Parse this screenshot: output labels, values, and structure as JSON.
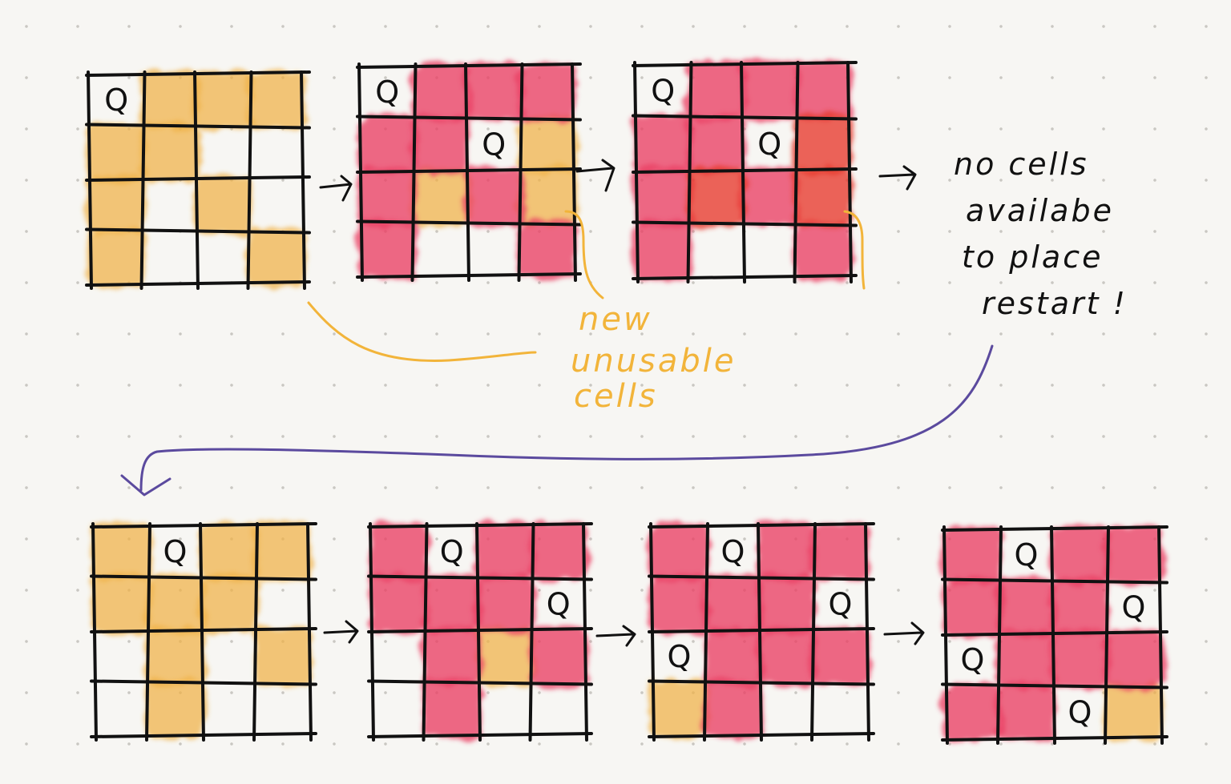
{
  "diagram": {
    "queen_label": "Q",
    "grid_size": 4,
    "colors": {
      "available_blocked": "#f0b246",
      "new_blocked": "#ea3f63",
      "conflict": "#e8392e",
      "ink": "#111111",
      "annotation_yellow": "#f2b43a",
      "restart_arrow": "#5b4a9e"
    },
    "boards": [
      {
        "id": "board-1",
        "queens": [
          [
            0,
            0
          ]
        ],
        "cells": {
          "y": [
            [
              0,
              1
            ],
            [
              0,
              2
            ],
            [
              0,
              3
            ],
            [
              1,
              0
            ],
            [
              1,
              1
            ],
            [
              2,
              0
            ],
            [
              2,
              2
            ],
            [
              3,
              0
            ],
            [
              3,
              3
            ]
          ],
          "r": [],
          "o": []
        }
      },
      {
        "id": "board-2",
        "queens": [
          [
            0,
            0
          ],
          [
            1,
            2
          ]
        ],
        "cells": {
          "y": [
            [
              1,
              3
            ],
            [
              2,
              1
            ],
            [
              2,
              3
            ]
          ],
          "r": [
            [
              0,
              1
            ],
            [
              0,
              2
            ],
            [
              0,
              3
            ],
            [
              1,
              0
            ],
            [
              1,
              1
            ],
            [
              2,
              0
            ],
            [
              2,
              2
            ],
            [
              3,
              0
            ],
            [
              3,
              3
            ]
          ],
          "o": []
        }
      },
      {
        "id": "board-3",
        "queens": [
          [
            0,
            0
          ],
          [
            1,
            2
          ]
        ],
        "cells": {
          "y": [],
          "r": [
            [
              0,
              1
            ],
            [
              0,
              2
            ],
            [
              0,
              3
            ],
            [
              1,
              0
            ],
            [
              1,
              1
            ],
            [
              2,
              0
            ],
            [
              2,
              2
            ],
            [
              3,
              0
            ],
            [
              3,
              3
            ]
          ],
          "o": [
            [
              1,
              3
            ],
            [
              2,
              1
            ],
            [
              2,
              3
            ]
          ]
        }
      },
      {
        "id": "board-4",
        "queens": [
          [
            0,
            1
          ]
        ],
        "cells": {
          "y": [
            [
              0,
              0
            ],
            [
              0,
              2
            ],
            [
              0,
              3
            ],
            [
              1,
              0
            ],
            [
              1,
              1
            ],
            [
              1,
              2
            ],
            [
              2,
              1
            ],
            [
              2,
              3
            ],
            [
              3,
              1
            ]
          ],
          "r": [],
          "o": []
        }
      },
      {
        "id": "board-5",
        "queens": [
          [
            0,
            1
          ],
          [
            1,
            3
          ]
        ],
        "cells": {
          "y": [
            [
              2,
              2
            ]
          ],
          "r": [
            [
              0,
              0
            ],
            [
              0,
              2
            ],
            [
              0,
              3
            ],
            [
              1,
              0
            ],
            [
              1,
              1
            ],
            [
              1,
              2
            ],
            [
              2,
              1
            ],
            [
              2,
              3
            ],
            [
              3,
              1
            ]
          ],
          "o": []
        }
      },
      {
        "id": "board-6",
        "queens": [
          [
            0,
            1
          ],
          [
            1,
            3
          ],
          [
            2,
            0
          ]
        ],
        "cells": {
          "y": [
            [
              3,
              0
            ]
          ],
          "r": [
            [
              0,
              0
            ],
            [
              0,
              2
            ],
            [
              0,
              3
            ],
            [
              1,
              0
            ],
            [
              1,
              1
            ],
            [
              1,
              2
            ],
            [
              2,
              1
            ],
            [
              2,
              2
            ],
            [
              2,
              3
            ],
            [
              3,
              1
            ]
          ],
          "o": []
        }
      },
      {
        "id": "board-7",
        "queens": [
          [
            0,
            1
          ],
          [
            1,
            3
          ],
          [
            2,
            0
          ],
          [
            3,
            2
          ]
        ],
        "cells": {
          "y": [
            [
              3,
              3
            ]
          ],
          "r": [
            [
              0,
              0
            ],
            [
              0,
              2
            ],
            [
              0,
              3
            ],
            [
              1,
              0
            ],
            [
              1,
              1
            ],
            [
              1,
              2
            ],
            [
              2,
              1
            ],
            [
              2,
              2
            ],
            [
              2,
              3
            ],
            [
              3,
              0
            ],
            [
              3,
              1
            ]
          ],
          "o": []
        }
      }
    ],
    "note_no_cells": [
      "no cells",
      "availabe",
      "to place",
      "restart !"
    ],
    "note_new_unusable": [
      "new",
      "unusable",
      "cells"
    ]
  }
}
